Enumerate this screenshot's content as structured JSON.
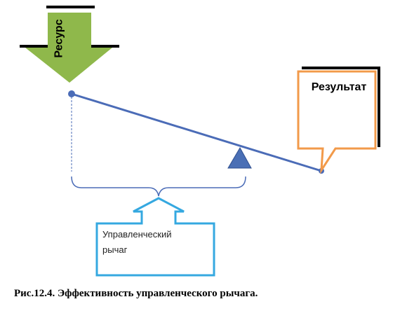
{
  "labels": {
    "resource": "Ресурс",
    "result": "Результат",
    "lever_line1": "Управленческий",
    "lever_line2": "рычаг"
  },
  "caption": "Рис.12.4. Эффективность управленческого рычага.",
  "colors": {
    "resource_arrow": "#8fb84b",
    "result_box_border": "#f29a4a",
    "lever_box_border": "#35a8e0",
    "lever_line": "#4b6cb7",
    "fulcrum": "#4a6fb5"
  }
}
